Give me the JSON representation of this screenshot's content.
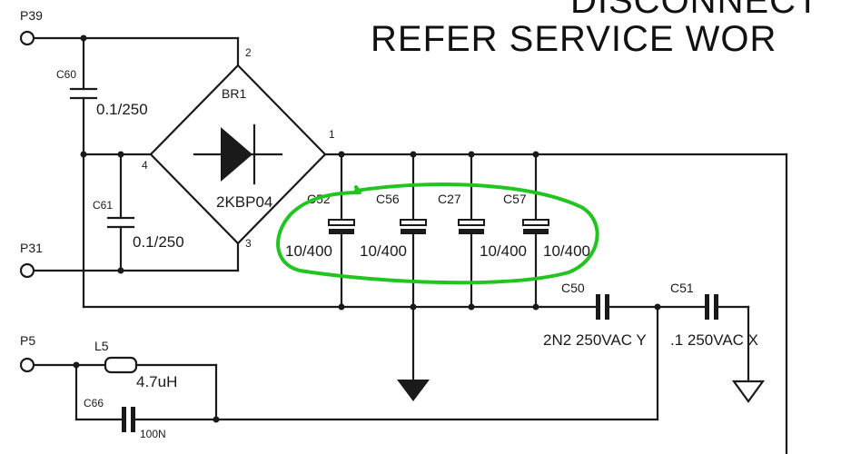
{
  "warning": {
    "line1": "DISCONNECT",
    "line2": "REFER SERVICE WOR"
  },
  "terminals": {
    "p39": "P39",
    "p31": "P31",
    "p5": "P5"
  },
  "bridge": {
    "ref": "BR1",
    "part": "2KBP04",
    "pin1": "1",
    "pin2": "2",
    "pin3": "3",
    "pin4": "4"
  },
  "c60": {
    "ref": "C60",
    "value": "0.1/250"
  },
  "c61": {
    "ref": "C61",
    "value": "0.1/250"
  },
  "bulk_caps": [
    {
      "ref": "C52",
      "value": "10/400"
    },
    {
      "ref": "C56",
      "value": "10/400"
    },
    {
      "ref": "C27",
      "value": "10/400"
    },
    {
      "ref": "C57",
      "value": "10/400"
    }
  ],
  "c50": {
    "ref": "C50",
    "value": "2N2 250VAC Y"
  },
  "c51": {
    "ref": "C51",
    "value": ".1 250VAC X"
  },
  "l5": {
    "ref": "L5",
    "value": "4.7uH"
  },
  "c66": {
    "ref": "C66",
    "value": "100N"
  },
  "colors": {
    "wire": "#1a1a1a",
    "highlight": "#22c51f",
    "background": "#ffffff"
  }
}
